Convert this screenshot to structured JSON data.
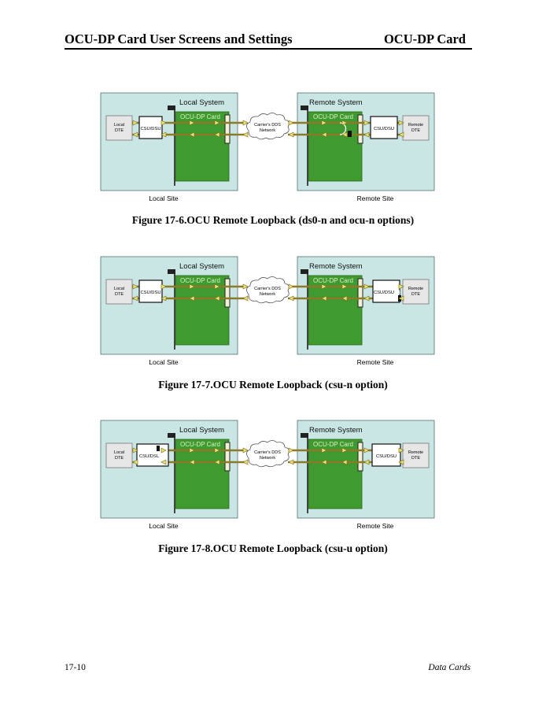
{
  "header": {
    "left_title": "OCU-DP Card User Screens and Settings",
    "right_title": "OCU-DP Card"
  },
  "figures": [
    {
      "caption": "Figure 17-6.OCU Remote Loopback (ds0-n and ocu-n options)",
      "loopback_location": "remote-ocu-card",
      "local_system_label": "Local System",
      "remote_system_label": "Remote System",
      "local_card_label": "OCU-DP Card",
      "remote_card_label": "OCU-DP Card",
      "local_dte_label": [
        "Local",
        "DTE"
      ],
      "remote_dte_label": [
        "Remote",
        "DTE"
      ],
      "local_csu_label": "CSU/DSU",
      "remote_csu_label": "CSU/DSU",
      "network_label": [
        "Carrier's DDS",
        "Network"
      ],
      "local_site_label": "Local Site",
      "remote_site_label": "Remote Site"
    },
    {
      "caption": "Figure 17-7.OCU Remote Loopback (csu-n option)",
      "loopback_location": "remote-csu",
      "local_system_label": "Local System",
      "remote_system_label": "Remote System",
      "local_card_label": "OCU-DP Card",
      "remote_card_label": "OCU-DP Card",
      "local_dte_label": [
        "Local",
        "DTE"
      ],
      "remote_dte_label": [
        "Remote",
        "DTE"
      ],
      "local_csu_label": "CSU/DSU",
      "remote_csu_label": "CSU/DSU",
      "network_label": [
        "Carrier's DDS",
        "Network"
      ],
      "local_site_label": "Local Site",
      "remote_site_label": "Remote Site"
    },
    {
      "caption": "Figure 17-8.OCU Remote Loopback (csu-u option)",
      "loopback_location": "local-csu",
      "local_system_label": "Local System",
      "remote_system_label": "Remote System",
      "local_card_label": "OCU-DP Card",
      "remote_card_label": "OCU-DP Card",
      "local_dte_label": [
        "Local",
        "DTE"
      ],
      "remote_dte_label": [
        "Remote",
        "DTE"
      ],
      "local_csu_label": "CSU/DSU",
      "remote_csu_label": "CSU/DSU",
      "network_label": [
        "Carrier's DDS",
        "Network"
      ],
      "local_site_label": "Local Site",
      "remote_site_label": "Remote Site"
    }
  ],
  "footer": {
    "page_number": "17-10",
    "section": "Data Cards"
  },
  "colors": {
    "site_background": "#c9e6e4",
    "card_green": "#3f9a2f",
    "card_label": "#d8f0c0",
    "signal_line": "#8a7a2a",
    "arrow_fill": "#e8e070"
  }
}
